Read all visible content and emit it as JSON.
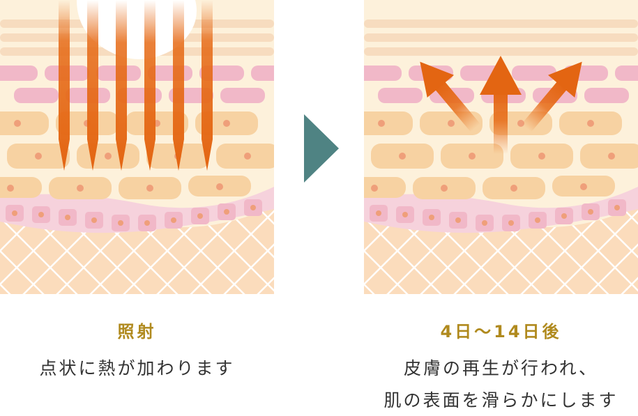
{
  "colors": {
    "skin_base": "#fdf1db",
    "stratum_light": "#f7dcbf",
    "pink_layer": "#f6d2dc",
    "pink_cell": "#f1b8c8",
    "cell_orange": "#f7d2a2",
    "nucleus": "#ef9f7a",
    "dermis": "#fbdcbc",
    "dermis_line": "#ffffff",
    "laser": "#e66a16",
    "next_arrow": "#4f8383",
    "title_gold": "#b08a1e",
    "text": "#333333"
  },
  "left": {
    "title": "照射",
    "body": "点状に熱が加わります"
  },
  "right": {
    "title": "4日〜14日後",
    "body_line1": "皮膚の再生が行われ、",
    "body_line2": "肌の表面を滑らかにします"
  },
  "icons": {
    "next": "triangle-right-icon"
  }
}
